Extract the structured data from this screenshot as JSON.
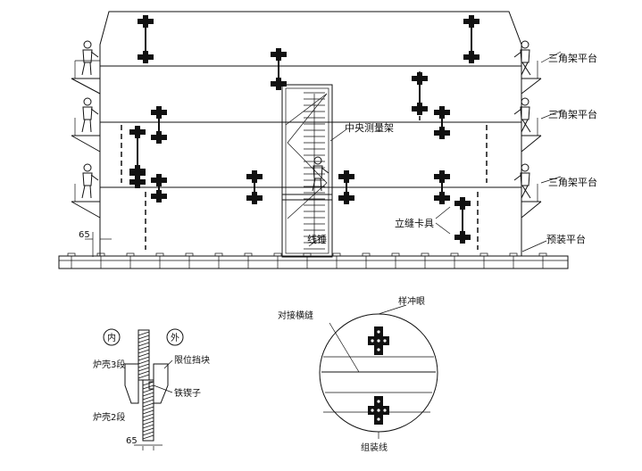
{
  "labels": {
    "triangle_platform": "三角架平台",
    "central_rack": "中央测量架",
    "vertical_seam_clamp": "立缝卡具",
    "preassembly_platform": "预装平台",
    "plumb_line": "线锤",
    "dim_65_left": "65",
    "inner": "内",
    "outer": "外",
    "shell_3": "炉壳3段",
    "shell_2": "炉壳2段",
    "stop_block": "限位挡块",
    "iron_wedge": "铁锲子",
    "dim_65_bottom": "65",
    "butt_seam": "对接横缝",
    "punch_mark": "样冲眼",
    "assembly_line": "组装线"
  },
  "colors": {
    "line": "#111111",
    "background": "#ffffff"
  }
}
